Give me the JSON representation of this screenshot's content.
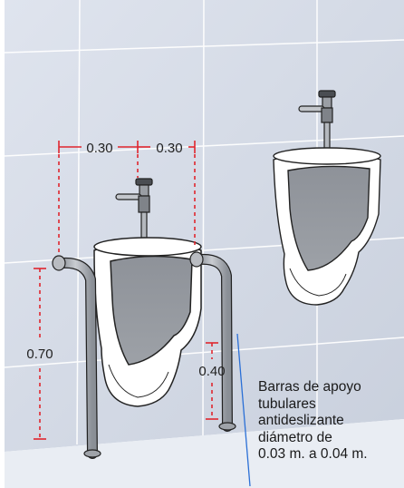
{
  "dimensions": {
    "spacing_left": "0.30",
    "spacing_right": "0.30",
    "bar_height": "0.70",
    "bar_base_height": "0.40"
  },
  "caption": {
    "lines": [
      "Barras de apoyo",
      "tubulares",
      "antideslizante",
      "diámetro de",
      "0.03 m. a 0.04 m."
    ]
  },
  "colors": {
    "wall": "#d3dae6",
    "floor": "#e9edf3",
    "dimension_lines": "#e0262e",
    "leader_line": "#2a6fd6",
    "bars": "#a9adb3",
    "porcelain": "#ffffff"
  }
}
